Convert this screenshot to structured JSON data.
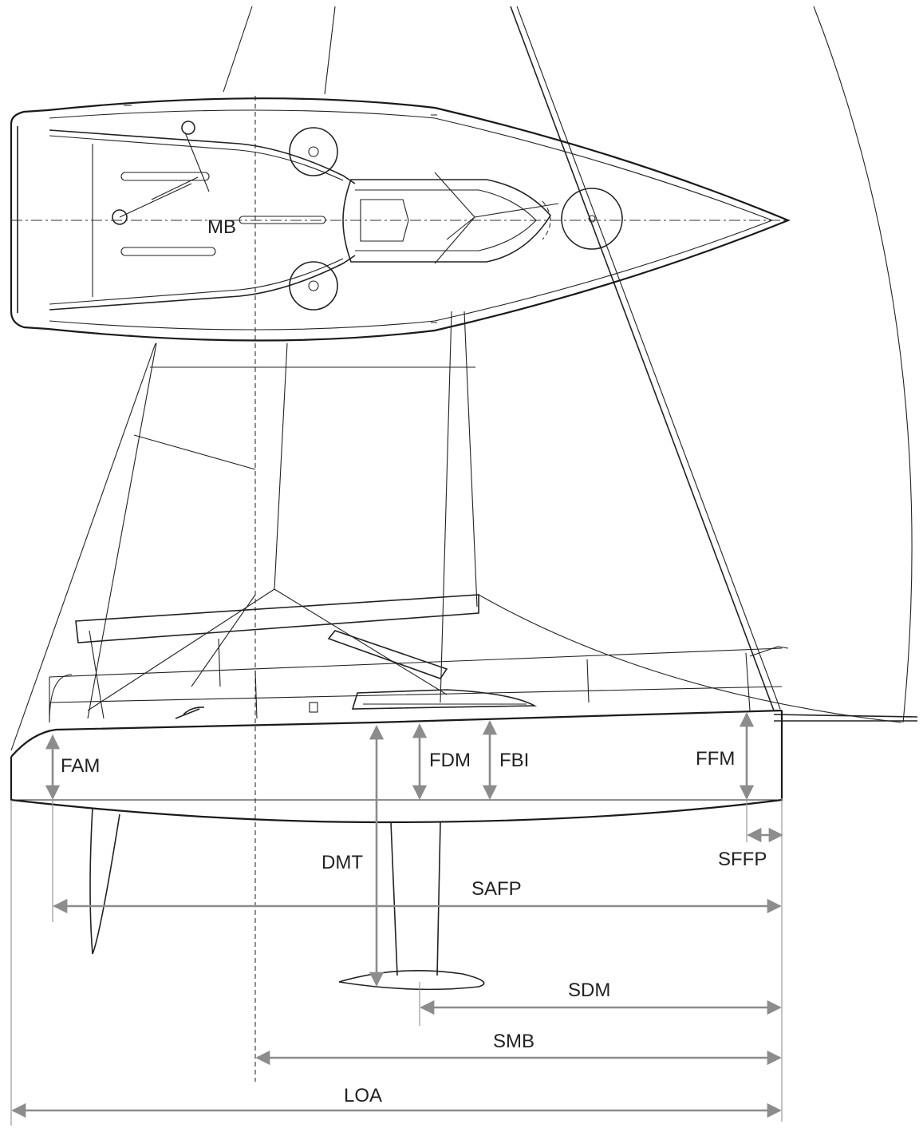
{
  "plan_view": {
    "labels": {
      "mb": "MB"
    }
  },
  "profile_view": {
    "labels": {
      "fam": "FAM",
      "fdm": "FDM",
      "fbi": "FBI",
      "ffm": "FFM",
      "sffp": "SFFP",
      "dmt": "DMT",
      "safp": "SAFP",
      "sdm": "SDM",
      "smb": "SMB",
      "loa": "LOA"
    }
  }
}
